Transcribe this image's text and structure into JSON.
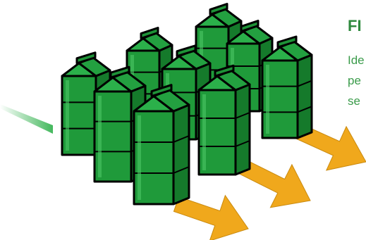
{
  "side_text": {
    "title": "FI",
    "lines": [
      "Ide",
      "pe",
      "se"
    ]
  },
  "colors": {
    "carton_fill": "#1f9a3a",
    "carton_outline": "#000000",
    "arrow_fill": "#f0a81c",
    "accent_text": "#2f8a3e"
  },
  "icons": [
    "milk-carton-icon",
    "arrow-icon"
  ]
}
